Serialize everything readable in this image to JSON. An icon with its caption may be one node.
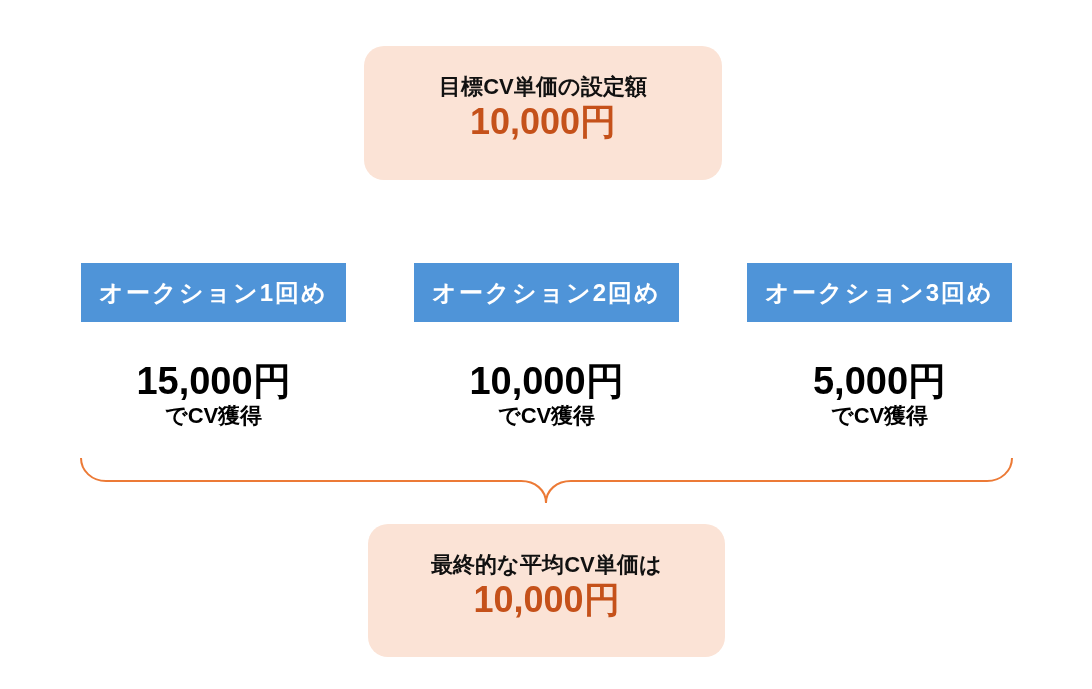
{
  "diagram": {
    "nodes": [
      {
        "text": [
          "目標CV単価の設定額",
          "10,000円"
        ]
      },
      {
        "text": [
          "オークション1回め"
        ],
        "beside": [
          "15,000円",
          "でCV獲得"
        ]
      },
      {
        "text": [
          "オークション2回め"
        ],
        "beside": [
          "10,000円",
          "でCV獲得"
        ]
      },
      {
        "text": [
          "オークション3回め"
        ],
        "beside": [
          "5,000円",
          "でCV獲得"
        ]
      },
      {
        "text": [
          "最終的な平均CV単価は",
          "10,000円"
        ]
      }
    ]
  }
}
